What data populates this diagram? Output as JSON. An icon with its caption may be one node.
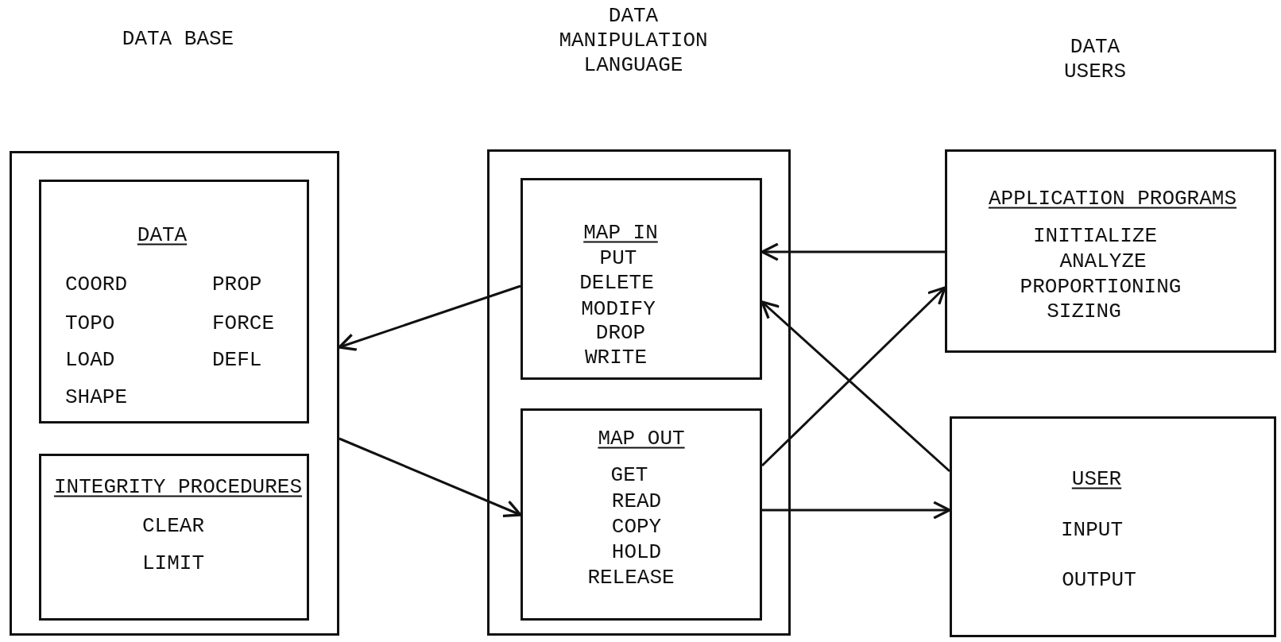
{
  "diagram": {
    "nodes": [
      {
        "text": [],
        "shape": "box"
      },
      {
        "text": [
          "DATA",
          "COORD",
          "PROP",
          "TOPO",
          "FORCE",
          "LOAD",
          "DEFL",
          "SHAPE"
        ],
        "in": 0
      },
      {
        "text": [
          "INTEGRITY PROCEDURES",
          "CLEAR",
          "LIMIT"
        ],
        "in": 0
      },
      {
        "text": [],
        "shape": "box"
      },
      {
        "text": [
          "MAP IN",
          "PUT",
          "DELETE",
          "MODIFY",
          "DROP",
          "WRITE"
        ],
        "in": 3
      },
      {
        "text": [
          "MAP OUT",
          "GET",
          "READ",
          "COPY",
          "HOLD",
          "RELEASE"
        ],
        "in": 3
      },
      {
        "text": [
          "APPLICATION PROGRAMS",
          "INITIALIZE",
          "ANALYZE",
          "PROPORTIONING",
          "SIZING"
        ]
      },
      {
        "text": [
          "USER",
          "INPUT",
          "OUTPUT"
        ]
      }
    ],
    "edges": [
      {
        "from": 4,
        "to": 0,
        "arrow": "to"
      },
      {
        "from": 0,
        "to": 5,
        "arrow": "to"
      },
      {
        "from": 6,
        "to": 4,
        "arrow": "to"
      },
      {
        "from": 5,
        "to": 6,
        "arrow": "to"
      },
      {
        "from": 7,
        "to": 4,
        "arrow": "to"
      },
      {
        "from": 5,
        "to": 7,
        "arrow": "to"
      }
    ],
    "labels": [
      "DATA BASE",
      "DATA MANIPULATION LANGUAGE",
      "DATA USERS"
    ]
  }
}
